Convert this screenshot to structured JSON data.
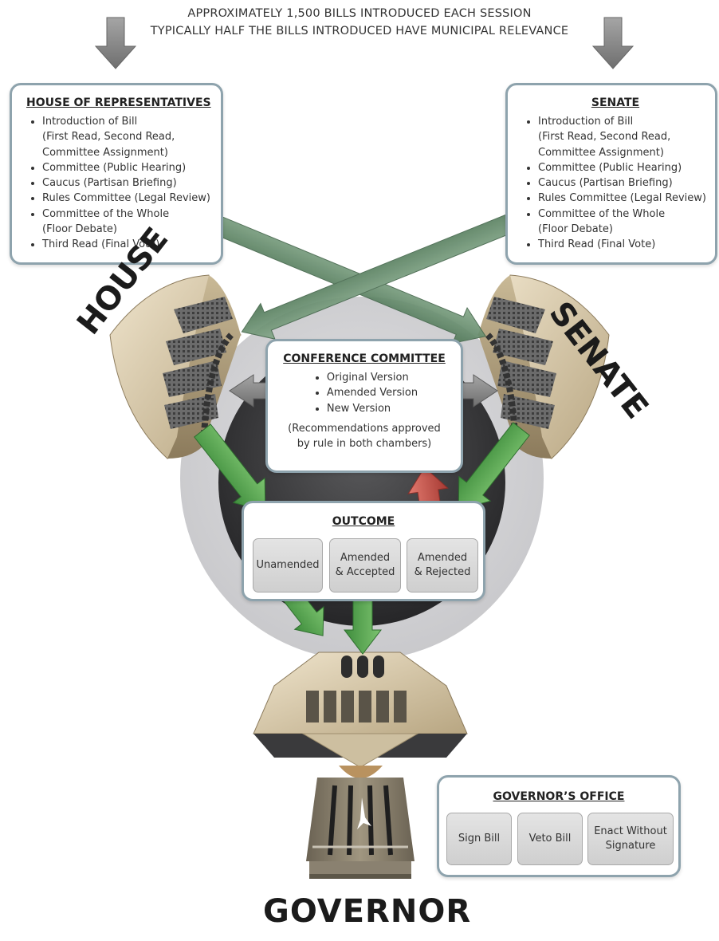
{
  "header": {
    "line1": "APPROXIMATELY 1,500 BILLS INTRODUCED EACH SESSION",
    "line2": "TYPICALLY HALF THE BILLS INTRODUCED HAVE MUNICIPAL RELEVANCE"
  },
  "house_box": {
    "title": "HOUSE OF REPRESENTATIVES",
    "items": [
      [
        "Introduction of Bill",
        "(First Read, Second Read,",
        "Committee Assignment)"
      ],
      [
        "Committee (Public Hearing)"
      ],
      [
        "Caucus (Partisan Briefing)"
      ],
      [
        "Rules Committee (Legal Review)"
      ],
      [
        "Committee of the Whole",
        "(Floor Debate)"
      ],
      [
        "Third Read (Final Vote)"
      ]
    ]
  },
  "senate_box": {
    "title": "SENATE",
    "items": [
      [
        "Introduction of Bill",
        "(First Read, Second Read,",
        "Committee Assignment)"
      ],
      [
        "Committee (Public Hearing)"
      ],
      [
        "Caucus (Partisan Briefing)"
      ],
      [
        "Rules Committee (Legal Review)"
      ],
      [
        "Committee of the Whole",
        "(Floor Debate)"
      ],
      [
        "Third Read (Final Vote)"
      ]
    ]
  },
  "chamber_labels": {
    "house": "HOUSE",
    "senate": "SENATE",
    "governor": "GOVERNOR"
  },
  "conference": {
    "title": "CONFERENCE COMMITTEE",
    "items": [
      "Original Version",
      "Amended Version",
      "New Version"
    ],
    "note_line1": "(Recommendations approved",
    "note_line2": "by rule in both chambers)"
  },
  "outcome": {
    "title": "OUTCOME",
    "options": [
      [
        "Unamended"
      ],
      [
        "Amended",
        "& Accepted"
      ],
      [
        "Amended",
        "& Rejected"
      ]
    ]
  },
  "governor_office": {
    "title": "GOVERNOR’S OFFICE",
    "options": [
      [
        "Sign Bill"
      ],
      [
        "Veto Bill"
      ],
      [
        "Enact Without",
        "Signature"
      ]
    ]
  },
  "colors": {
    "box_border": "#8ea3ad",
    "arrow_gray": "#8a8a8a",
    "arrow_green": "#5aa552",
    "arrow_dark_green": "#5f8a66",
    "arrow_red": "#c4524a",
    "chamber_tan": "#d7c8a8",
    "circle_gray": "#d6d6d8",
    "circle_dark": "#3a3a3c"
  }
}
